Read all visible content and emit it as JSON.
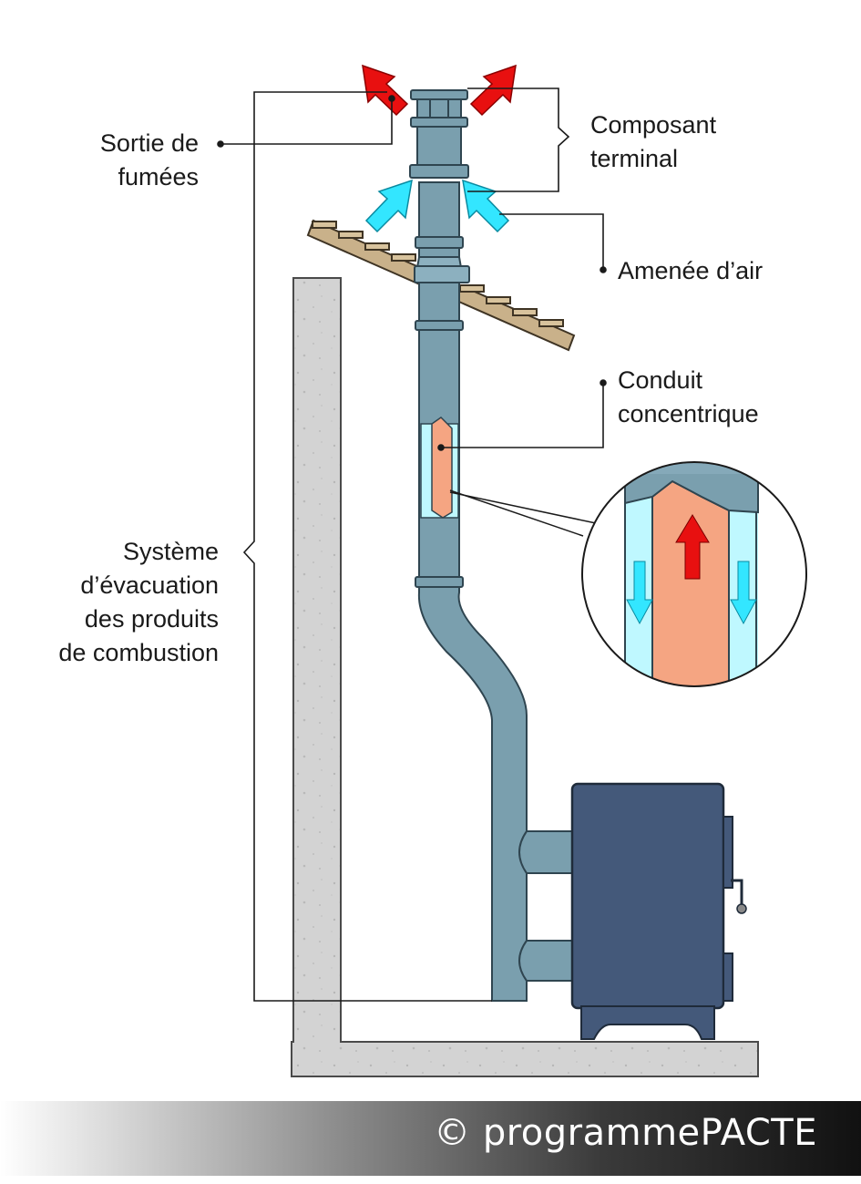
{
  "labels": {
    "sortie_line1": "Sortie de",
    "sortie_line2": "fumées",
    "composant_line1": "Composant",
    "composant_line2": "terminal",
    "amenee": "Amenée d’air",
    "conduit_line1": "Conduit",
    "conduit_line2": "concentrique",
    "systeme_line1": "Système",
    "systeme_line2": "d’évacuation",
    "systeme_line3": "des produits",
    "systeme_line4": "de combustion"
  },
  "credit": "© programmePACTE",
  "colors": {
    "pipe": "#7a9fae",
    "pipe_dark": "#2f4550",
    "smoke_arrow": "#e81010",
    "air_arrow": "#33e6ff",
    "flue_gas": "#f5a582",
    "air_gap": "#bff8ff",
    "stove": "#44597a",
    "wall": "#cfcfcf",
    "roof": "#c9b18a"
  },
  "icons": {
    "smoke": "red-arrow-icon",
    "air": "cyan-arrow-icon"
  }
}
